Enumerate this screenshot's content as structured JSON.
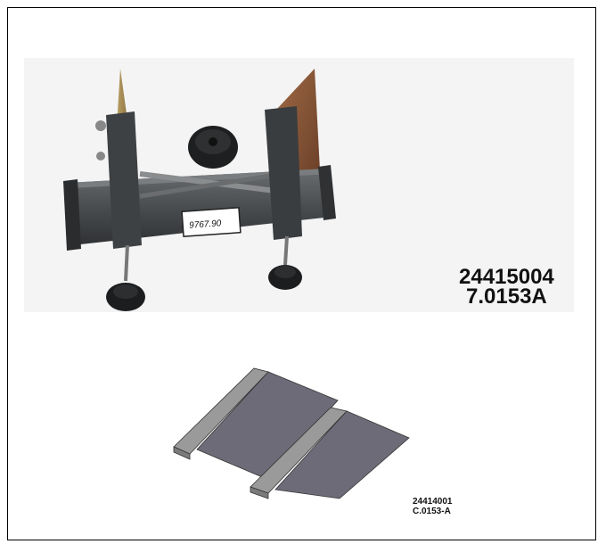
{
  "figure_top": {
    "label_plate_text": "9767.90",
    "codes": [
      "24415004",
      "7.0153A"
    ]
  },
  "figure_bottom": {
    "codes": [
      "24414001",
      "C.0153-A"
    ]
  },
  "colors": {
    "tool_body": "#4a4d50",
    "copper_blade": "#8a5a3a",
    "brass_blade": "#b89a5a",
    "plate_fill": "#6e6b78",
    "plate_rail": "#9a9a9a"
  }
}
